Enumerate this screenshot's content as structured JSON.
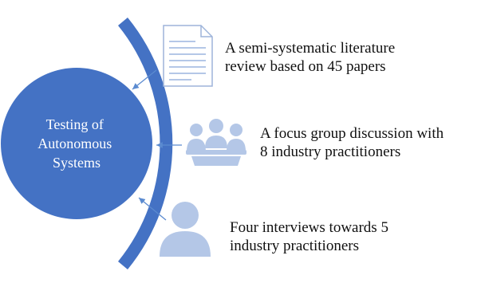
{
  "center": {
    "lines": [
      "Testing of",
      "Autonomous",
      "Systems"
    ]
  },
  "sources": [
    {
      "icon": "document-icon",
      "lines": [
        "A semi-systematic literature",
        "review based on 45 papers"
      ]
    },
    {
      "icon": "group-icon",
      "lines": [
        "A focus group discussion with",
        "8 industry practitioners"
      ]
    },
    {
      "icon": "person-icon",
      "lines": [
        "Four interviews towards 5",
        "industry practitioners"
      ]
    }
  ],
  "colors": {
    "circle": "#4472C4",
    "arc": "#4472C4",
    "icon": "#B4C7E7",
    "arrow": "#5B8BD0"
  }
}
